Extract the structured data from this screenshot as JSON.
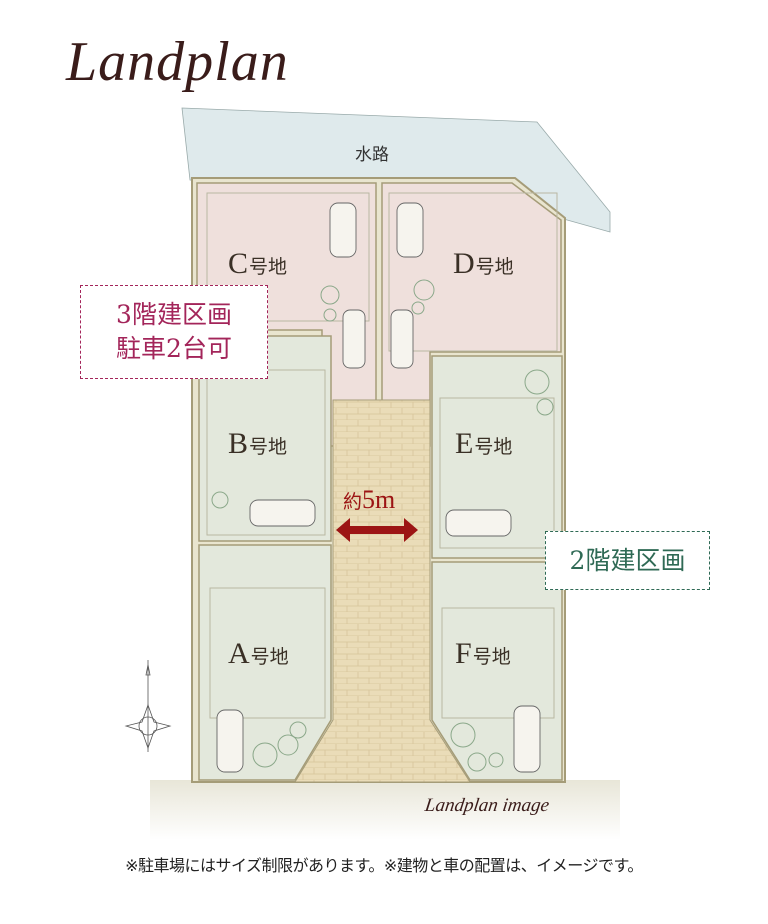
{
  "title": "Landplan",
  "waterway_label": "水路",
  "lots": [
    {
      "id": "C",
      "suffix": "号地"
    },
    {
      "id": "D",
      "suffix": "号地"
    },
    {
      "id": "B",
      "suffix": "号地"
    },
    {
      "id": "E",
      "suffix": "号地"
    },
    {
      "id": "A",
      "suffix": "号地"
    },
    {
      "id": "F",
      "suffix": "号地"
    }
  ],
  "zone_three_story": {
    "line1": "3階建区画",
    "line2": "駐車2台可",
    "color": "#a3255a"
  },
  "zone_two_story": {
    "label": "2階建区画",
    "color": "#2f6a55"
  },
  "road_width": {
    "prefix": "約",
    "value": "5m",
    "arrow_color": "#9c1414"
  },
  "caption": "Landplan image",
  "note": "※駐車場にはサイズ制限があります。※建物と車の配置は、イメージです。",
  "compass_icon": "compass-rose-icon"
}
